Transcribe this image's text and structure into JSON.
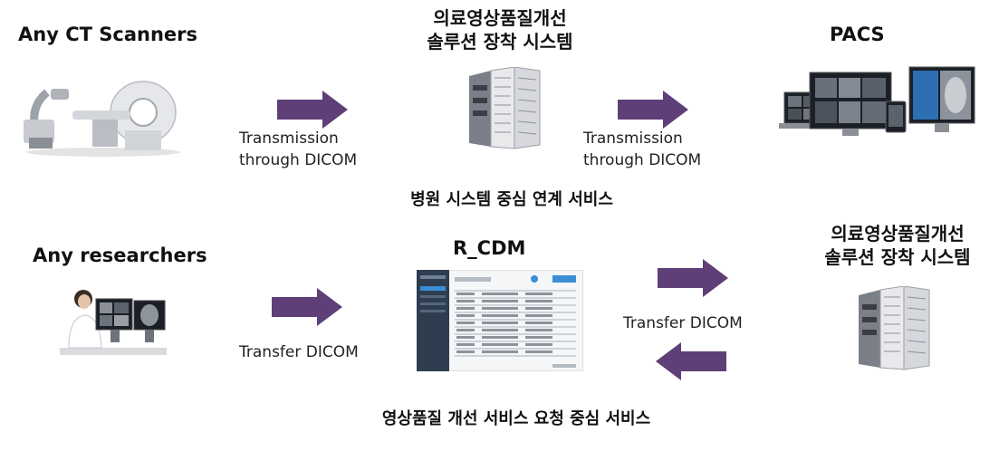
{
  "top_row": {
    "source_title": "Any CT Scanners",
    "middle_title_line1": "의료영상품질개선",
    "middle_title_line2": "솔루션 장착 시스템",
    "dest_title": "PACS",
    "arrow1_caption_line1": "Transmission",
    "arrow1_caption_line2": "through  DICOM",
    "arrow2_caption_line1": "Transmission",
    "arrow2_caption_line2": "through  DICOM",
    "section_caption": "병원 시스템  중심 연계 서비스"
  },
  "bottom_row": {
    "source_title": "Any researchers",
    "middle_title": "R_CDM",
    "dest_title_line1": "의료영상품질개선",
    "dest_title_line2": "솔루션 장착 시스템",
    "arrow1_caption": "Transfer  DICOM",
    "arrow2_caption": "Transfer  DICOM",
    "section_caption": "영상품질 개선 서비스 요청 중심 서비스"
  },
  "colors": {
    "arrow": "#5e3f78",
    "server_light": "#e9e9ec",
    "server_dark": "#7b7f88",
    "screen_dark": "#1b1f27",
    "app_sidebar": "#2e3e50",
    "app_accent": "#3b8ed6"
  }
}
